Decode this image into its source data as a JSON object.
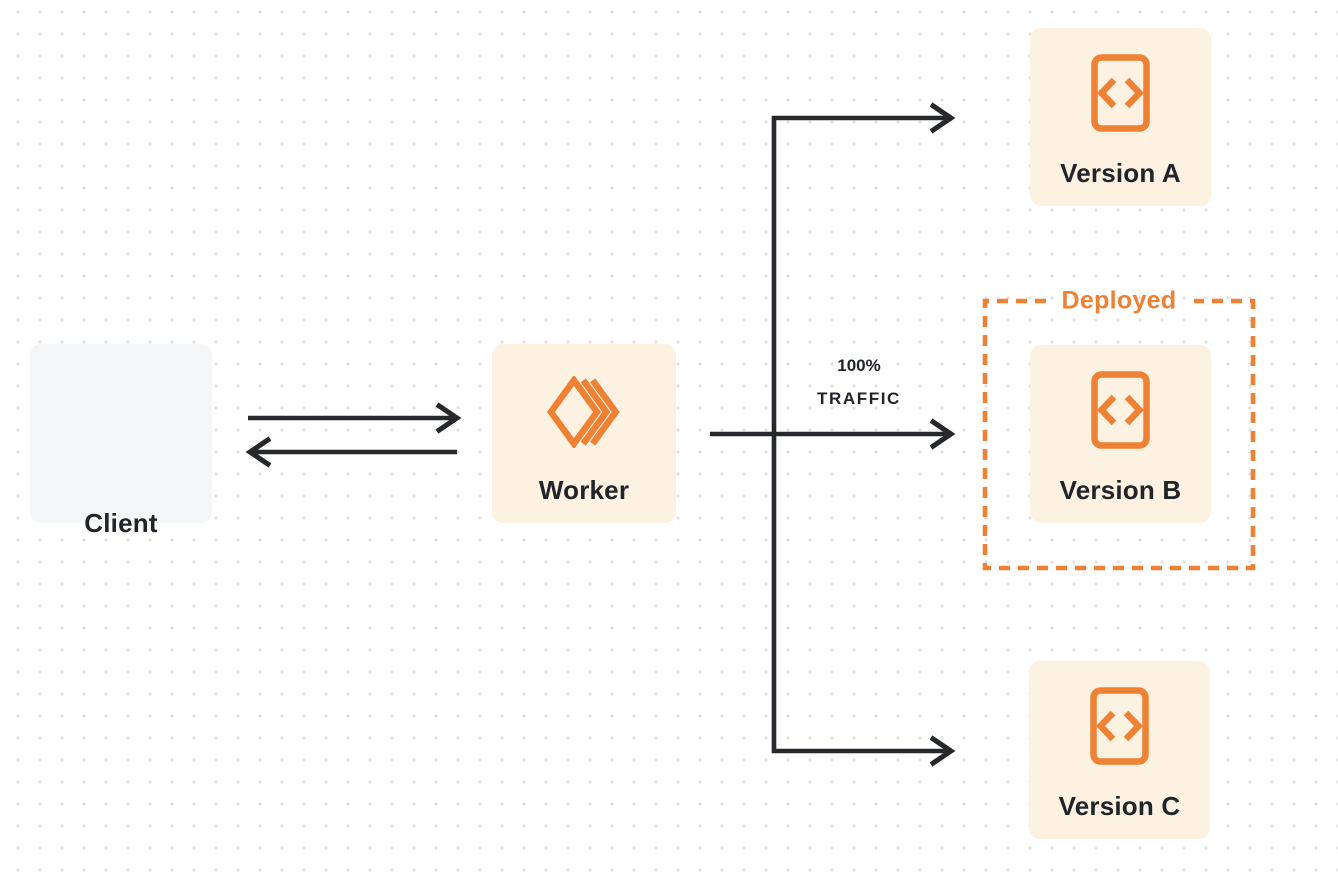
{
  "diagram": {
    "nodes": {
      "client": {
        "label": "Client"
      },
      "worker": {
        "label": "Worker"
      },
      "version_a": {
        "label": "Version A"
      },
      "version_b": {
        "label": "Version B"
      },
      "version_c": {
        "label": "Version C"
      }
    },
    "annotations": {
      "deployed_label": "Deployed",
      "traffic_line1": "100%",
      "traffic_line2": "TRAFFIC"
    },
    "icons": {
      "worker": "workers-logo-icon",
      "versions": "code-file-icon"
    },
    "colors": {
      "accent_orange": "#ee8133",
      "cream_fill": "#fdf1e2",
      "gray_fill": "#f4f5f6",
      "line_dark": "#26282b",
      "dot_grid": "#e2e2e2"
    }
  }
}
